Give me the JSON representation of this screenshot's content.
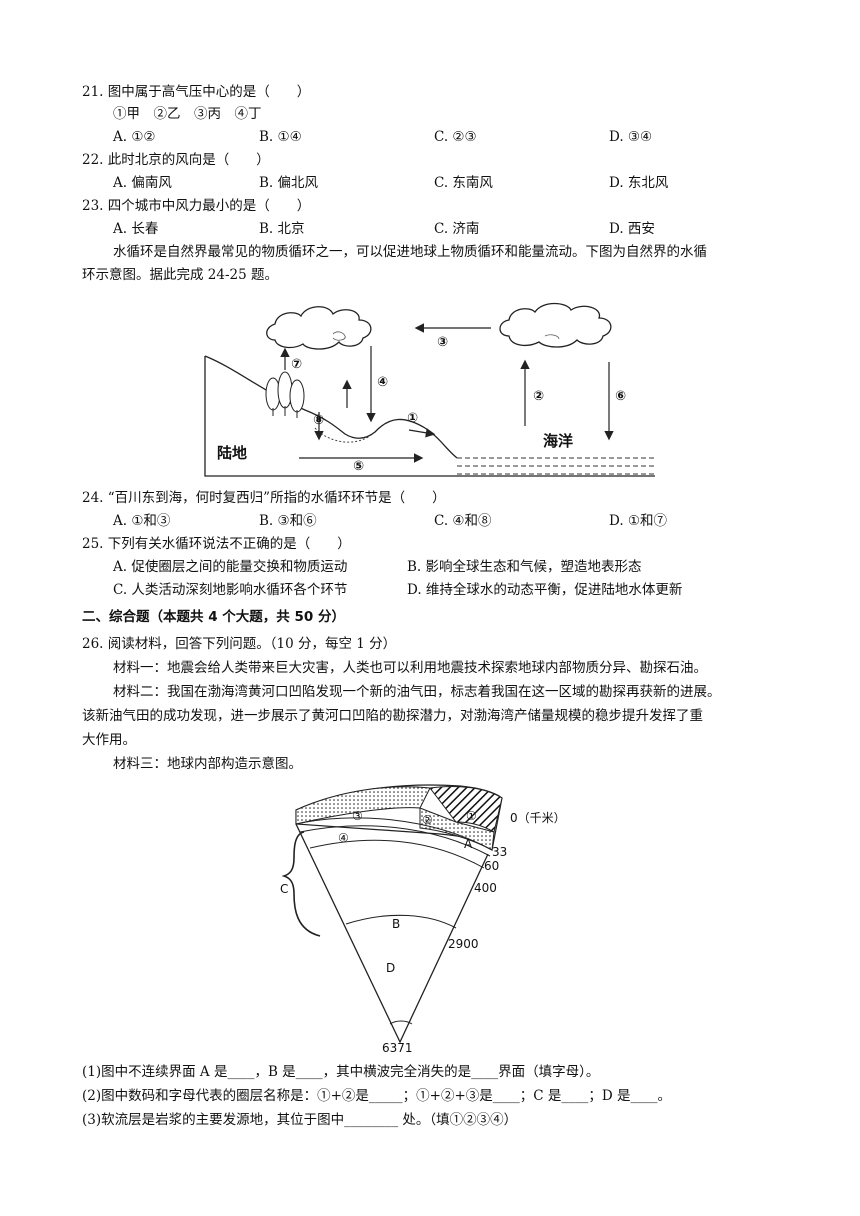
{
  "q21": {
    "stem": "21.  图中属于高气压中心的是（　　）",
    "sub": "①甲　②乙　③丙　④丁",
    "a": "A.  ①②",
    "b": "B.  ①④",
    "c": "C.  ②③",
    "d": "D.  ③④"
  },
  "q22": {
    "stem": "22.  此时北京的风向是（　　）",
    "a": "A.  偏南风",
    "b": "B.  偏北风",
    "c": "C.  东南风",
    "d": "D.  东北风"
  },
  "q23": {
    "stem": "23.  四个城市中风力最小的是（　　）",
    "a": "A.  长春",
    "b": "B.  北京",
    "c": "C.  济南",
    "d": "D.  西安"
  },
  "intro2425": {
    "l1": "水循环是自然界最常见的物质循环之一，可以促进地球上物质循环和能量流动。下图为自然界的水循",
    "l2": "环示意图。据此完成 24-25 题。"
  },
  "water_diagram": {
    "land": "陆地",
    "ocean": "海洋",
    "n1": "①",
    "n2": "②",
    "n3": "③",
    "n4": "④",
    "n5": "⑤",
    "n6": "⑥",
    "n7": "⑦",
    "n8": "⑧"
  },
  "q24": {
    "stem": "24.  “百川东到海，何时复西归”所指的水循环环节是（　　）",
    "a": "A.  ①和③",
    "b": "B.  ③和⑥",
    "c": "C.  ④和⑧",
    "d": "D.  ①和⑦"
  },
  "q25": {
    "stem": "25.  下列有关水循环说法不正确的是（　　）",
    "a": "A.  促使圈层之间的能量交换和物质运动",
    "b": "B.  影响全球生态和气候，塑造地表形态",
    "c": "C.  人类活动深刻地影响水循环各个环节",
    "d": "D.  维持全球水的动态平衡，促进陆地水体更新"
  },
  "section2": "二、综合题（本题共 4 个大题，共 50 分）",
  "q26": {
    "stem": "26.  阅读材料，回答下列问题。（10 分，每空 1 分）",
    "m1": "材料一：地震会给人类带来巨大灾害，人类也可以利用地震技术探索地球内部物质分异、勘探石油。",
    "m2a": "材料二：我国在渤海湾黄河口凹陷发现一个新的油气田，标志着我国在这一区域的勘探再获新的进展。",
    "m2b": "该新油气田的成功发现，进一步展示了黄河口凹陷的勘探潜力，对渤海湾产储量规模的稳步提升发挥了重",
    "m2c": "大作用。",
    "m3": "材料三：地球内部构造示意图。",
    "p1": "(1)图中不连续界面 A 是____，B 是____，其中横波完全消失的是____界面（填字母）。",
    "p2": "(2)图中数码和字母代表的圈层名称是：①+②是_____；①+②+③是____；C 是____；D 是____。",
    "p3": "(3)软流层是岩浆的主要发源地，其位于图中________ 处。（填①②③④）"
  },
  "earth_diagram": {
    "zero": "0（千米）",
    "d33": "33",
    "d60": "60",
    "d400": "400",
    "d2900": "2900",
    "d6371": "6371",
    "A": "A",
    "B": "B",
    "C": "C",
    "D": "D",
    "c1": "①",
    "c2": "②",
    "c3": "③",
    "c4": "④"
  }
}
